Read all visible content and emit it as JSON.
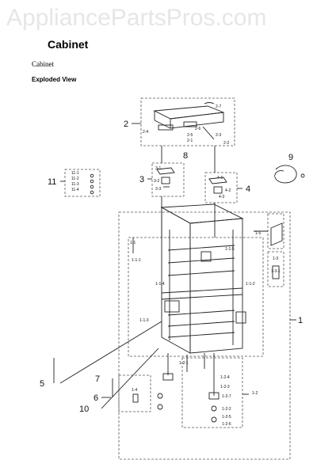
{
  "header": {
    "watermark": "AppliancePartsPros.com",
    "title": "Cabinet",
    "subtitle": "Cabinet",
    "view_label": "Exploded View"
  },
  "callouts": {
    "c1": "1",
    "c2": "2",
    "c3": "3",
    "c4": "4",
    "c5": "5",
    "c6": "6",
    "c7": "7",
    "c8": "8",
    "c9": "9",
    "c10": "10",
    "c11": "11"
  },
  "sublabels": {
    "s2_7": "2-7",
    "s2_4": "2-4",
    "s2_6": "2-6",
    "s2_5": "2-5",
    "s2_1": "2-1",
    "s2_3": "2-3",
    "s2_2": "2-2",
    "s3_1": "3-1",
    "s3_2": "3-2",
    "s3_3": "3-3",
    "s4_1": "4-1",
    "s4_2": "4-2",
    "s4_3": "4-3",
    "s11_1": "11-1",
    "s11_2": "11-2",
    "s11_3": "11-3",
    "s11_4": "11-4",
    "s1_1": "1-1",
    "s1_5": "1-5",
    "s1_3": "1-3",
    "s1_2": "1-2",
    "s1_4": "1-4",
    "s1_1_1": "1-1-1",
    "s1_1_5": "1-1-5",
    "s1_1_4": "1-1-4",
    "s1_1_2": "1-1-2",
    "s1_1_3": "1-1-3",
    "s1_3_1": "1-3-1",
    "s1_2_4": "1-2-4",
    "s1_2_3": "1-2-3",
    "s1_2_7": "1-2-7",
    "s1_2_2": "1-2-2",
    "s1_2_5": "1-2-5",
    "s1_2_6": "1-2-6",
    "s1_2_1": "1-2-1"
  }
}
